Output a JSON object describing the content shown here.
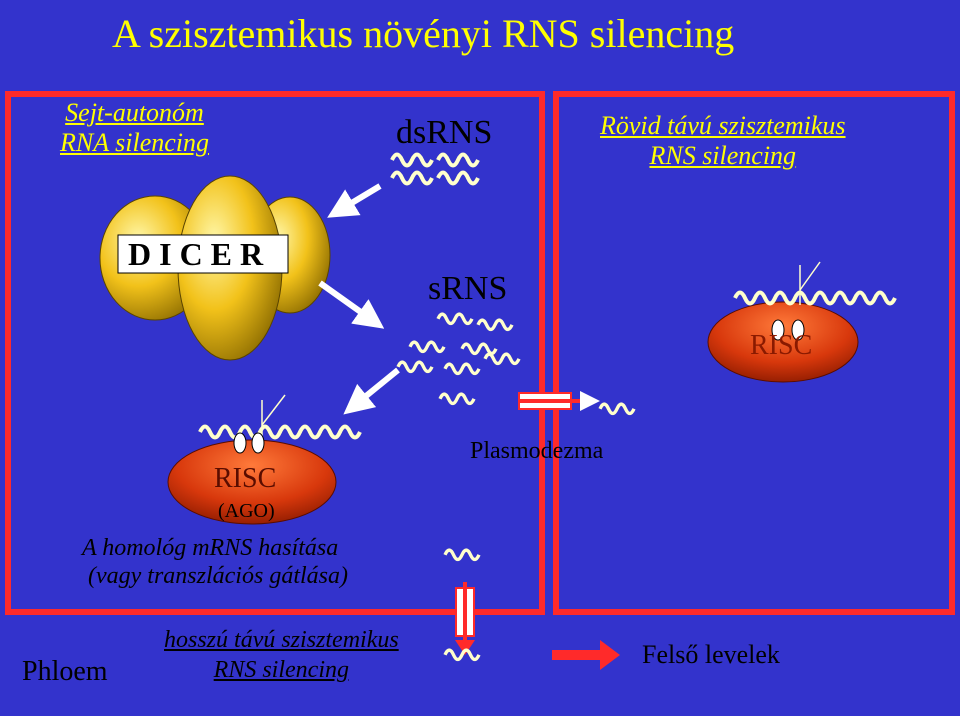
{
  "title": "A szisztemikus növényi RNS silencing",
  "left_heading": {
    "line1": "Sejt-autonóm",
    "line2": "RNA silencing"
  },
  "right_heading": {
    "line1": "Rövid távú szisztemikus",
    "line2": "RNS silencing"
  },
  "dsrns_label": "dsRNS",
  "srns_label": "sRNS",
  "dicer_label": "D I C E R",
  "risc_left": {
    "label": "RISC",
    "sub": "(AGO)"
  },
  "risc_right": {
    "label": "RISC"
  },
  "cleavage_text": {
    "line1": "A homológ mRNS hasítása",
    "line2": "(vagy transzlációs gátlása)"
  },
  "plasmodesma_label": "Plasmodezma",
  "long_distance": {
    "line1": "hosszú távú szisztemikus",
    "line2": "RNS silencing"
  },
  "phloem_label": "Phloem",
  "upper_leaves_label": "Felső levelek",
  "colors": {
    "background": "#3333cc",
    "title": "#ffff00",
    "border": "#ff2a2a",
    "rna": "#ffffcc",
    "risc": "#e03a10",
    "dicer": "#f0c020",
    "arrow": "#ffffff"
  }
}
